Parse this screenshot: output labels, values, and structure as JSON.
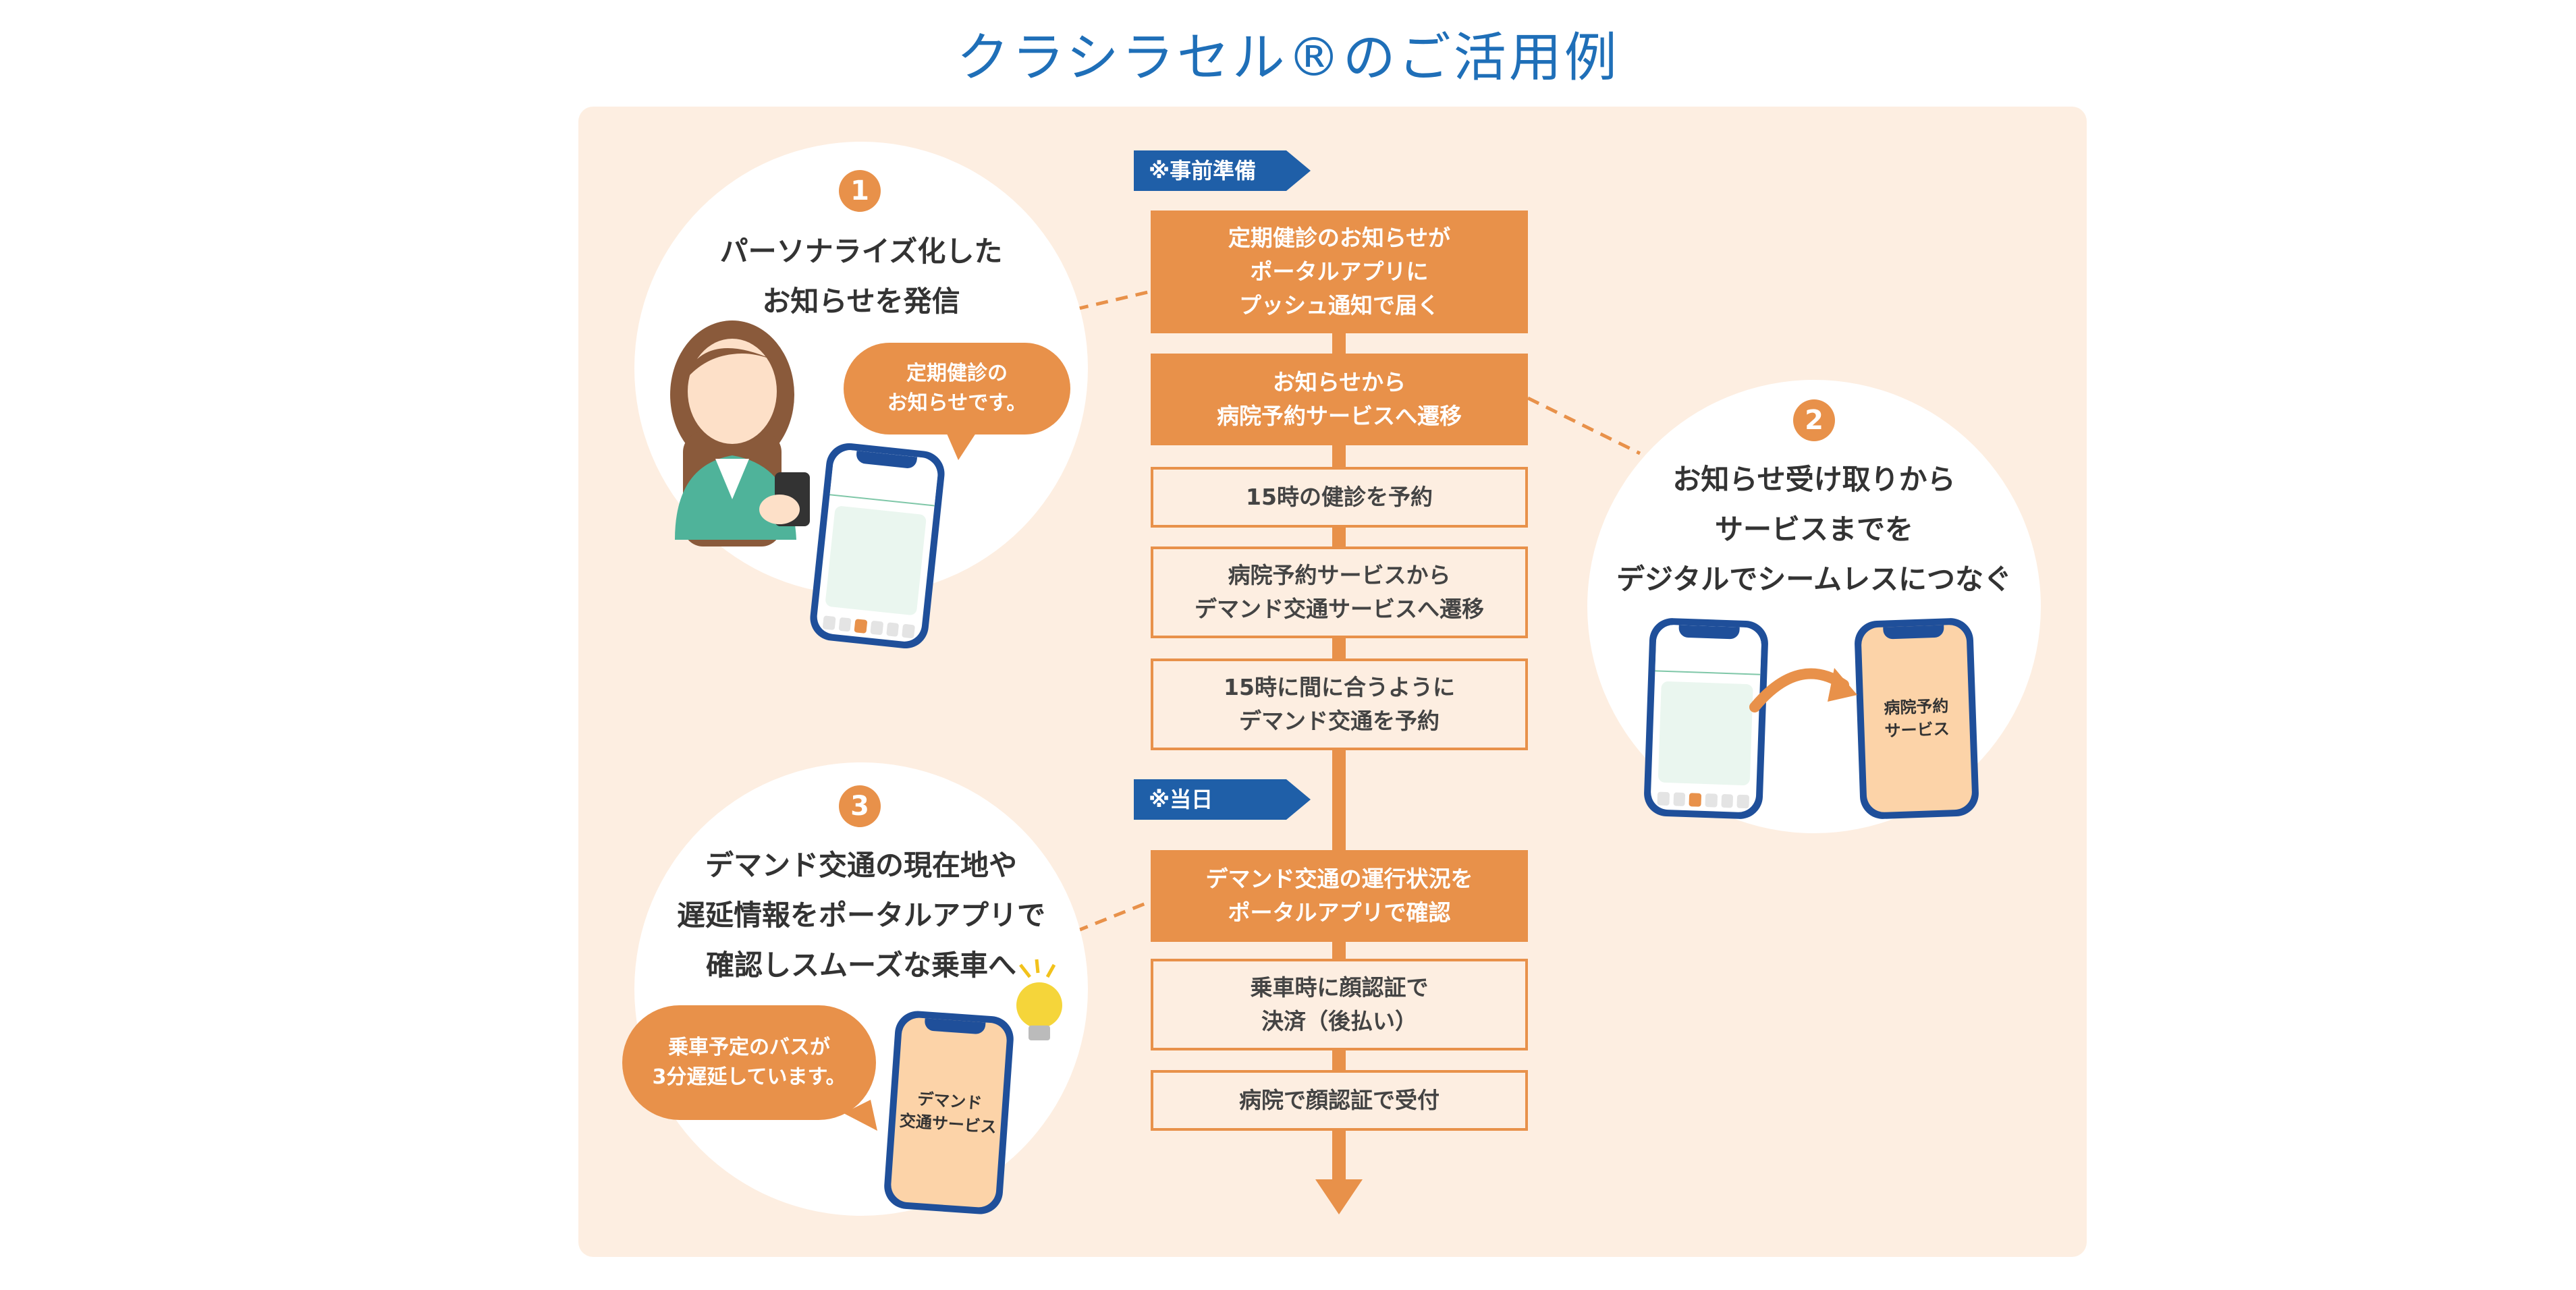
{
  "title": "クラシラセル®のご活用例",
  "tags": {
    "prep": "※事前準備",
    "day": "※当日"
  },
  "steps": [
    "定期健診のお知らせが\nポータルアプリに\nプッシュ通知で届く",
    "お知らせから\n病院予約サービスへ遷移",
    "15時の健診を予約",
    "病院予約サービスから\nデマンド交通サービスへ遷移",
    "15時に間に合うように\nデマンド交通を予約",
    "デマンド交通の運行状況を\nポータルアプリで確認",
    "乗車時に顔認証で\n決済（後払い）",
    "病院で顔認証で受付"
  ],
  "points": [
    {
      "number": "1",
      "text": "パーソナライズ化した\nお知らせを発信",
      "bubble": "定期健診の\nお知らせです。"
    },
    {
      "number": "2",
      "text": "お知らせ受け取りから\nサービスまでを\nデジタルでシームレスにつなぐ",
      "phone_label": "病院予約\nサービス"
    },
    {
      "number": "3",
      "text": "デマンド交通の現在地や\n遅延情報をポータルアプリで\n確認しスムーズな乗車へ",
      "bubble": "乗車予定のバスが\n3分遅延しています。",
      "phone_label": "デマンド\n交通サービス"
    }
  ],
  "colors": {
    "accent": "#e8914a",
    "tag": "#1f5fa8",
    "title": "#1f6fb8",
    "panel": "#fdeee1"
  },
  "icons": [
    "person-with-phone-icon",
    "smartphone-icon",
    "curved-arrow-icon",
    "lightbulb-icon"
  ]
}
